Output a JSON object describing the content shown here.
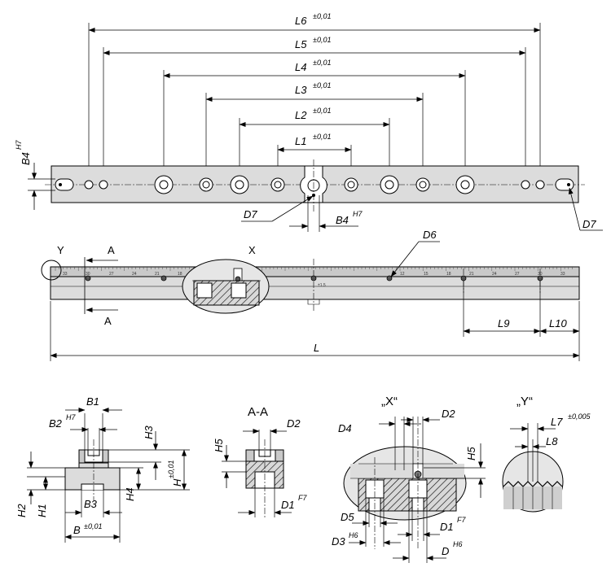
{
  "labels": {
    "L6": "L6",
    "L6_tol": "±0,01",
    "L5": "L5",
    "L5_tol": "±0,01",
    "L4": "L4",
    "L4_tol": "±0,01",
    "L3": "L3",
    "L3_tol": "±0,01",
    "L2": "L2",
    "L2_tol": "±0,01",
    "L1": "L1",
    "L1_tol": "±0,01",
    "B4": "B4",
    "B4_tol": "H7",
    "D7": "D7",
    "D6": "D6",
    "Y": "Y",
    "A": "A",
    "X": "X",
    "L9": "L9",
    "L10": "L10",
    "L": "L"
  },
  "scale": {
    "left_numbers": [
      "33",
      "30",
      "27",
      "24",
      "21",
      "18"
    ],
    "right_numbers": [
      "12",
      "15",
      "18",
      "21",
      "24",
      "27",
      "30",
      "33"
    ],
    "center_mark": "±1.5"
  },
  "details": {
    "profile": {
      "B1": "B1",
      "B2": "B2",
      "B2_tol": "H7",
      "H3": "H3",
      "H": "H",
      "H_tol": "±0,01",
      "H4": "H4",
      "H2": "H2",
      "H1": "H1",
      "B3": "B3",
      "B": "B",
      "B_tol": "±0,01"
    },
    "section": {
      "title": "A-A",
      "H5": "H5",
      "D2": "D2",
      "D1": "D1",
      "D1_tol": "F7"
    },
    "detail_x": {
      "title": "„X“",
      "D4": "D4",
      "D2": "D2",
      "H5": "H5",
      "D5": "D5",
      "D3": "D3",
      "D3_tol": "H6",
      "D1": "D1",
      "D1_tol": "F7",
      "D": "D",
      "D_tol": "H6"
    },
    "detail_y": {
      "title": "„Y“",
      "L7": "L7",
      "L7_tol": "±0,005",
      "L8": "L8"
    }
  }
}
